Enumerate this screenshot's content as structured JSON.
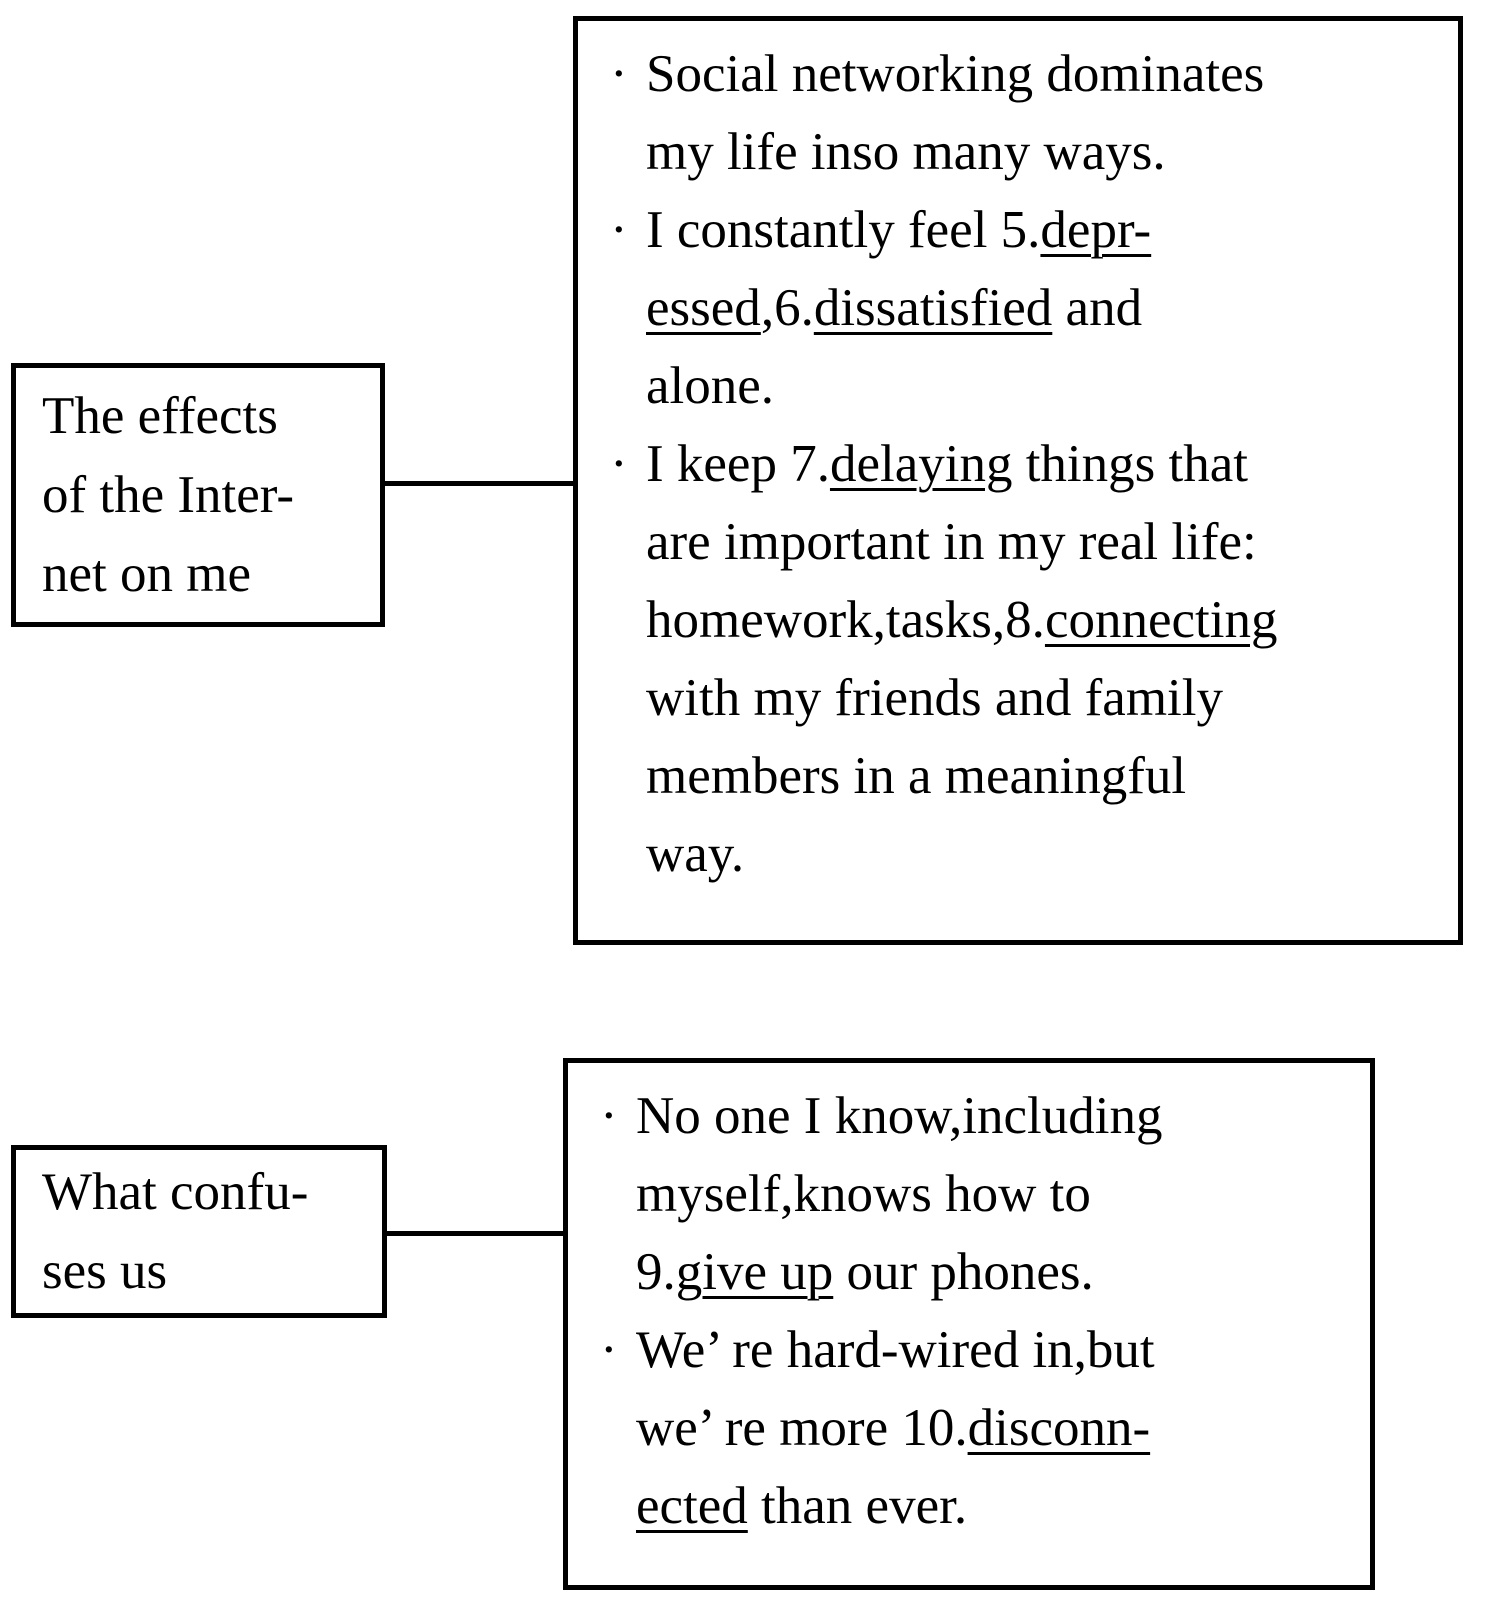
{
  "diagram": {
    "type": "mind-map",
    "nodes": [
      {
        "id": "effects-internet",
        "label_lines": [
          "The effects",
          "of the Inter-",
          "net on me"
        ],
        "detail_bullets": [
          {
            "lines": [
              [
                {
                  "t": "Social networking dominates",
                  "u": false
                }
              ],
              [
                {
                  "t": "my life inso many ways.",
                  "u": false
                }
              ]
            ]
          },
          {
            "lines": [
              [
                {
                  "t": "I constantly feel 5.",
                  "u": false
                },
                {
                  "t": "depr-",
                  "u": true
                }
              ],
              [
                {
                  "t": "essed",
                  "u": true
                },
                {
                  "t": ",6.",
                  "u": false
                },
                {
                  "t": "dissatisfied",
                  "u": true
                },
                {
                  "t": " and",
                  "u": false
                }
              ],
              [
                {
                  "t": "alone.",
                  "u": false
                }
              ]
            ]
          },
          {
            "lines": [
              [
                {
                  "t": "I keep 7.",
                  "u": false
                },
                {
                  "t": "delaying",
                  "u": true
                },
                {
                  "t": " things that",
                  "u": false
                }
              ],
              [
                {
                  "t": "are important in my real life:",
                  "u": false
                }
              ],
              [
                {
                  "t": "homework,tasks,8.",
                  "u": false
                },
                {
                  "t": "connecting",
                  "u": true
                }
              ],
              [
                {
                  "t": "with my friends and family",
                  "u": false
                }
              ],
              [
                {
                  "t": "members in a meaningful",
                  "u": false
                }
              ],
              [
                {
                  "t": "way.",
                  "u": false
                }
              ]
            ]
          }
        ]
      },
      {
        "id": "what-confuses-us",
        "label_lines": [
          "What confu-",
          "ses us"
        ],
        "detail_bullets": [
          {
            "lines": [
              [
                {
                  "t": "No one I know,including",
                  "u": false
                }
              ],
              [
                {
                  "t": "myself,knows how to",
                  "u": false
                }
              ],
              [
                {
                  "t": "9.",
                  "u": false
                },
                {
                  "t": "give up",
                  "u": true
                },
                {
                  "t": " our phones.",
                  "u": false
                }
              ]
            ]
          },
          {
            "lines": [
              [
                {
                  "t": "We’ re hard-wired in,but",
                  "u": false
                }
              ],
              [
                {
                  "t": "we’ re more 10.",
                  "u": false
                },
                {
                  "t": "disconn-",
                  "u": true
                }
              ],
              [
                {
                  "t": "ected",
                  "u": true
                },
                {
                  "t": " than ever.",
                  "u": false
                }
              ]
            ]
          }
        ]
      }
    ],
    "bullet_glyph": "·",
    "colors": {
      "border": "#000000",
      "text": "#000000",
      "background": "#ffffff"
    }
  }
}
